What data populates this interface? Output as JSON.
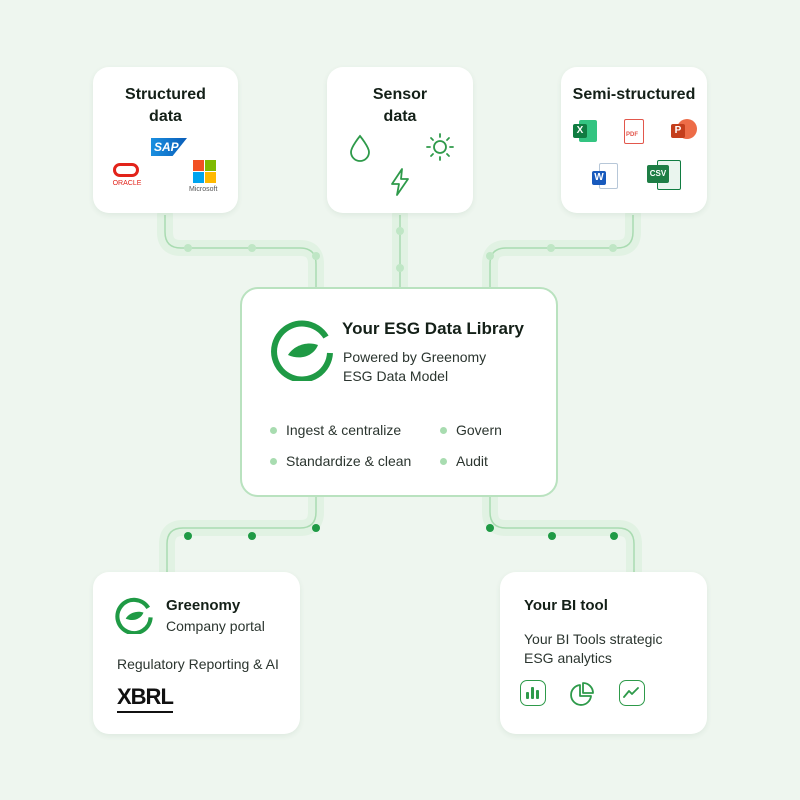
{
  "sources": {
    "structured": {
      "title_line1": "Structured",
      "title_line2": "data",
      "logos": {
        "sap": "SAP",
        "oracle": "ORACLE",
        "microsoft": "Microsoft"
      }
    },
    "sensor": {
      "title_line1": "Sensor",
      "title_line2": "data",
      "icons": [
        "water-drop-icon",
        "sun-icon",
        "lightning-icon"
      ]
    },
    "semi_structured": {
      "title": "Semi-structured",
      "file_icons": {
        "excel": "X",
        "pdf": "PDF",
        "powerpoint": "P",
        "word": "W",
        "csv": "CSV"
      }
    }
  },
  "library": {
    "title": "Your ESG Data Library",
    "subtitle_line1": "Powered by Greenomy",
    "subtitle_line2": "ESG Data Model",
    "features": [
      "Ingest & centralize",
      "Govern",
      "Standardize & clean",
      "Audit"
    ]
  },
  "portal": {
    "brand": "Greenomy",
    "subtitle": "Company portal",
    "description": "Regulatory Reporting & AI",
    "xbrl_logo": "XBRL"
  },
  "bi": {
    "title": "Your BI tool",
    "description_line1": "Your BI Tools strategic",
    "description_line2": "ESG analytics",
    "icons": [
      "bar-chart-icon",
      "pie-chart-icon",
      "trend-line-icon"
    ]
  },
  "colors": {
    "brand_green": "#1f9a45",
    "connector_light": "#dcefdf",
    "connector_line": "#a9dbb1",
    "connector_dot": "#1f9a45"
  }
}
